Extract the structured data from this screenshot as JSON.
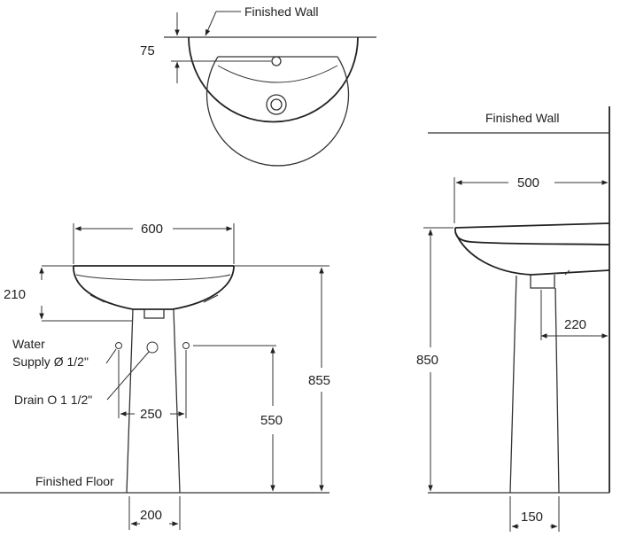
{
  "labels": {
    "finished_wall_top": "Finished Wall",
    "finished_wall_side": "Finished Wall",
    "finished_floor": "Finished Floor",
    "water_supply_line1": "Water",
    "water_supply_line2": "Supply Ø 1/2\"",
    "drain": "Drain O 1 1/2\""
  },
  "dimensions": {
    "top_tap_offset": "75",
    "front_width": "600",
    "front_basin_height": "210",
    "front_supply_spacing": "250",
    "front_supply_height": "550",
    "front_total_height": "855",
    "front_pedestal_width": "200",
    "side_depth": "500",
    "side_total_height": "850",
    "side_drain_offset": "220",
    "side_pedestal_width": "150"
  }
}
